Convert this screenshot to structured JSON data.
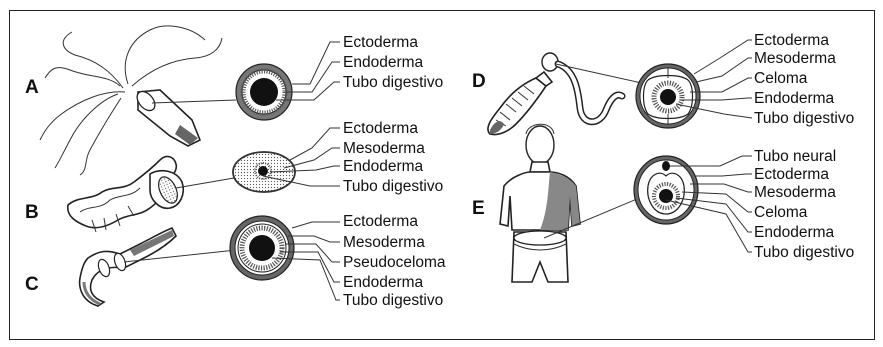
{
  "panels": [
    {
      "letter": "A",
      "labels": [
        "Ectoderma",
        "Endoderma",
        "Tubo digestivo"
      ]
    },
    {
      "letter": "B",
      "labels": [
        "Ectoderma",
        "Mesoderma",
        "Endoderma",
        "Tubo digestivo"
      ]
    },
    {
      "letter": "C",
      "labels": [
        "Ectoderma",
        "Mesoderma",
        "Pseudoceloma",
        "Endoderma",
        "Tubo digestivo"
      ]
    },
    {
      "letter": "D",
      "labels": [
        "Ectoderma",
        "Mesoderma",
        "Celoma",
        "Endoderma",
        "Tubo digestivo"
      ]
    },
    {
      "letter": "E",
      "labels": [
        "Tubo neural",
        "Ectoderma",
        "Mesoderma",
        "Celoma",
        "Endoderma",
        "Tubo digestivo"
      ]
    }
  ]
}
